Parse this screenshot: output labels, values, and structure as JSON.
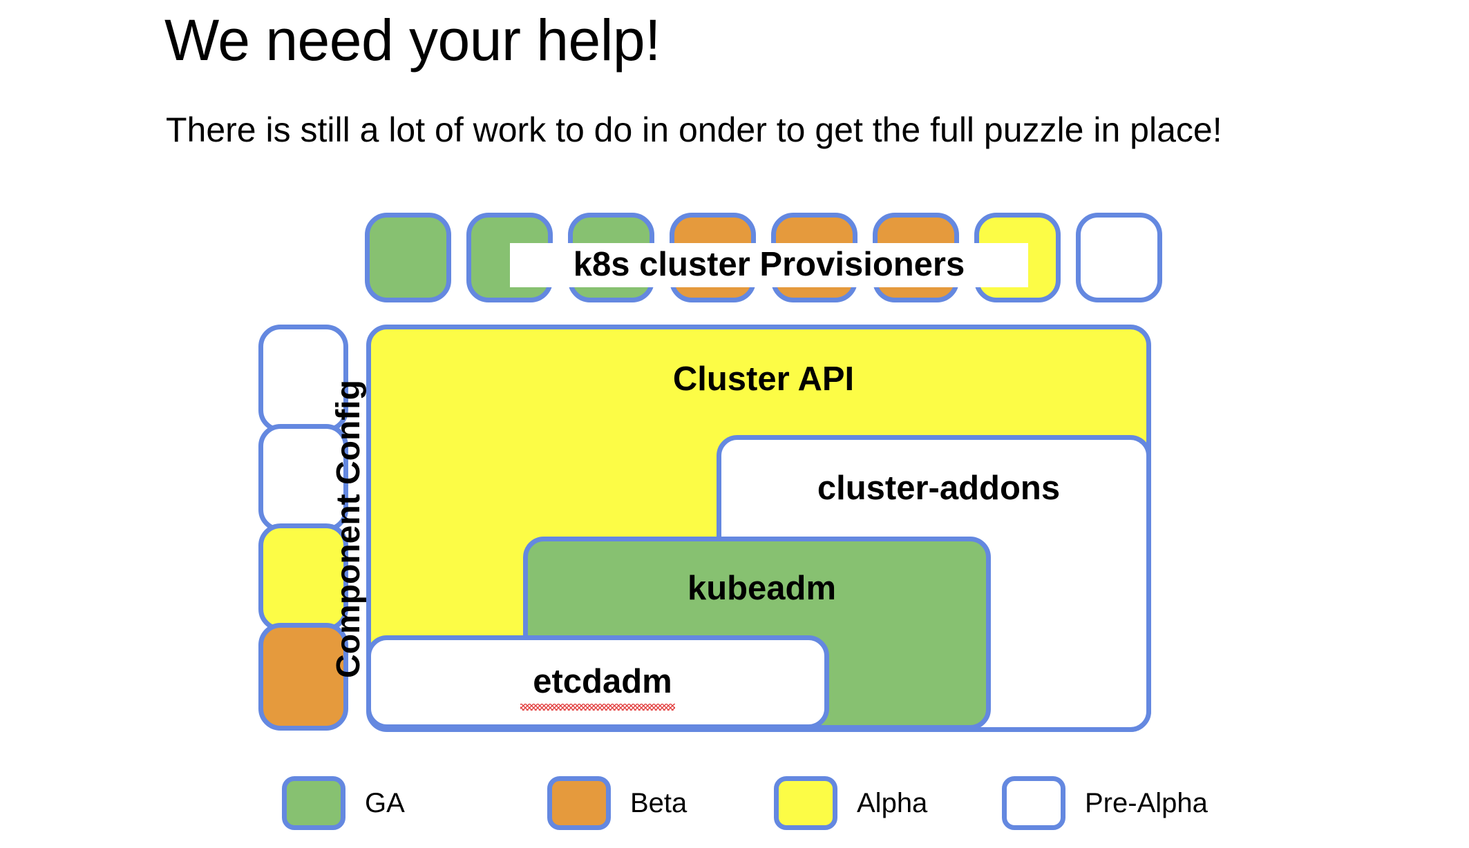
{
  "slide": {
    "title": "We need your help!",
    "subtitle": "There is still a lot of work to do in onder to get the full puzzle in place!"
  },
  "colors": {
    "border_blue": "#6488e0",
    "ga_green": "#87c171",
    "beta_orange": "#e59a3d",
    "alpha_yellow": "#fcfc46",
    "pre_alpha_white": "#ffffff"
  },
  "provisioner_row": {
    "banner_label": "k8s cluster Provisioners",
    "cells": [
      {
        "name": "provisioner-cell-1",
        "maturity": "GA",
        "color_class": "green"
      },
      {
        "name": "provisioner-cell-2",
        "maturity": "GA",
        "color_class": "green"
      },
      {
        "name": "provisioner-cell-3",
        "maturity": "GA",
        "color_class": "green"
      },
      {
        "name": "provisioner-cell-4",
        "maturity": "Beta",
        "color_class": "orange"
      },
      {
        "name": "provisioner-cell-5",
        "maturity": "Beta",
        "color_class": "orange"
      },
      {
        "name": "provisioner-cell-6",
        "maturity": "Beta",
        "color_class": "orange"
      },
      {
        "name": "provisioner-cell-7",
        "maturity": "Alpha",
        "color_class": "yellow"
      },
      {
        "name": "provisioner-cell-8",
        "maturity": "Pre-Alpha",
        "color_class": "white"
      }
    ]
  },
  "component_config": {
    "label": "Component Config",
    "cells": [
      {
        "name": "component-config-cell-1",
        "maturity": "Pre-Alpha",
        "color_class": "white"
      },
      {
        "name": "component-config-cell-2",
        "maturity": "Pre-Alpha",
        "color_class": "white"
      },
      {
        "name": "component-config-cell-3",
        "maturity": "Alpha",
        "color_class": "yellow"
      },
      {
        "name": "component-config-cell-4",
        "maturity": "Beta",
        "color_class": "orange"
      }
    ]
  },
  "stack": {
    "cluster_api": {
      "label": "Cluster API",
      "maturity": "Alpha"
    },
    "cluster_addons": {
      "label": "cluster-addons",
      "maturity": "Pre-Alpha"
    },
    "kubeadm": {
      "label": "kubeadm",
      "maturity": "GA"
    },
    "etcdadm": {
      "label": "etcdadm",
      "maturity": "Pre-Alpha",
      "spellcheck_underline": true
    }
  },
  "legend": {
    "items": [
      {
        "label": "GA",
        "color_class": "green"
      },
      {
        "label": "Beta",
        "color_class": "orange"
      },
      {
        "label": "Alpha",
        "color_class": "yellow"
      },
      {
        "label": "Pre-Alpha",
        "color_class": "white"
      }
    ]
  }
}
